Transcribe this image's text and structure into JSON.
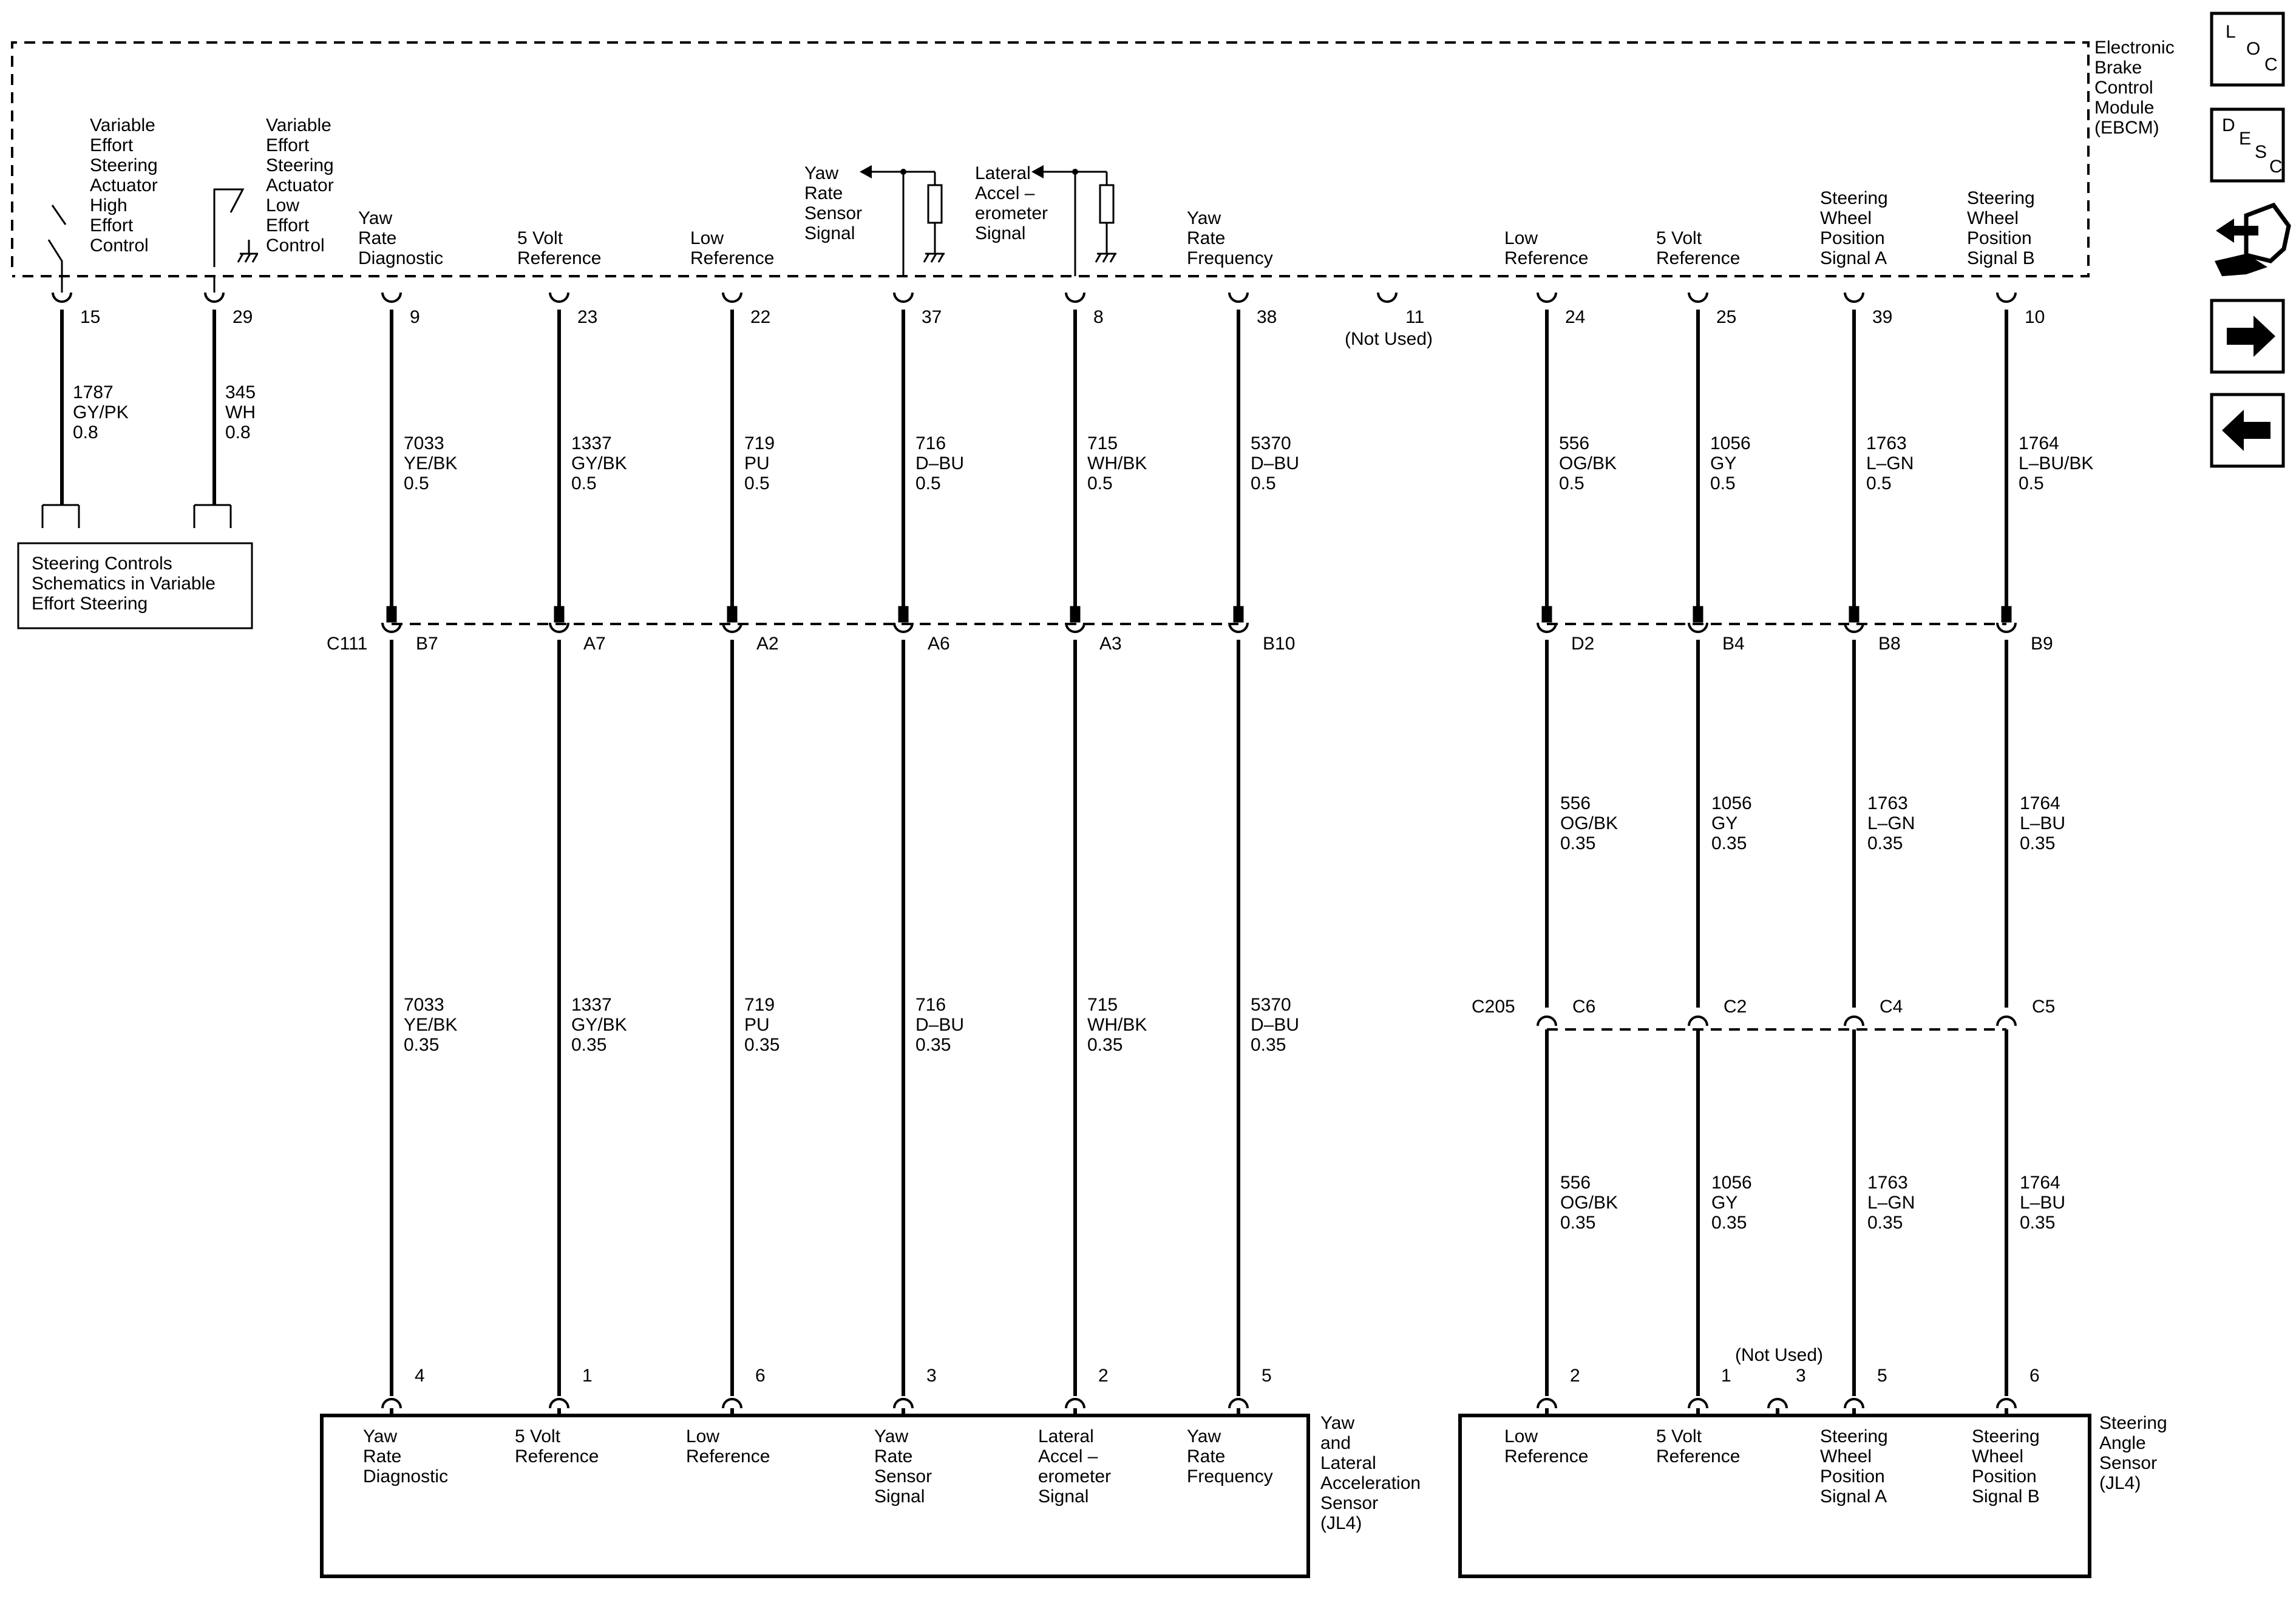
{
  "module": {
    "name_lines": [
      "Electronic",
      "Brake",
      "Control",
      "Module",
      "(EBCM)"
    ]
  },
  "ebcm_pins": [
    {
      "key": "p15",
      "pin": "15",
      "label": [
        "Variable",
        "Effort",
        "Steering",
        "Actuator",
        "High",
        "Effort",
        "Control"
      ],
      "wire": [
        "1787",
        "GY/PK",
        "0.8"
      ]
    },
    {
      "key": "p29",
      "pin": "29",
      "label": [
        "Variable",
        "Effort",
        "Steering",
        "Actuator",
        "Low",
        "Effort",
        "Control"
      ],
      "wire": [
        "345",
        "WH",
        "0.8"
      ]
    },
    {
      "key": "p9",
      "pin": "9",
      "label": [
        "Yaw",
        "Rate",
        "Diagnostic"
      ],
      "wire": [
        "7033",
        "YE/BK",
        "0.5"
      ]
    },
    {
      "key": "p23",
      "pin": "23",
      "label": [
        "5 Volt",
        "Reference"
      ],
      "wire": [
        "1337",
        "GY/BK",
        "0.5"
      ]
    },
    {
      "key": "p22",
      "pin": "22",
      "label": [
        "Low",
        "Reference"
      ],
      "wire": [
        "719",
        "PU",
        "0.5"
      ]
    },
    {
      "key": "p37",
      "pin": "37",
      "label": [
        "Yaw",
        "Rate",
        "Sensor",
        "Signal"
      ],
      "wire": [
        "716",
        "D–BU",
        "0.5"
      ]
    },
    {
      "key": "p8",
      "pin": "8",
      "label": [
        "Lateral",
        "Accel –",
        "erometer",
        "Signal"
      ],
      "wire": [
        "715",
        "WH/BK",
        "0.5"
      ]
    },
    {
      "key": "p38",
      "pin": "38",
      "label": [
        "Yaw",
        "Rate",
        "Frequency"
      ],
      "wire": [
        "5370",
        "D–BU",
        "0.5"
      ]
    },
    {
      "key": "p11",
      "pin": "11",
      "note": "(Not Used)"
    },
    {
      "key": "p24",
      "pin": "24",
      "label": [
        "Low",
        "Reference"
      ],
      "wire": [
        "556",
        "OG/BK",
        "0.5"
      ]
    },
    {
      "key": "p25",
      "pin": "25",
      "label": [
        "5 Volt",
        "Reference"
      ],
      "wire": [
        "1056",
        "GY",
        "0.5"
      ]
    },
    {
      "key": "p39",
      "pin": "39",
      "label": [
        "Steering",
        "Wheel",
        "Position",
        "Signal A"
      ],
      "wire": [
        "1763",
        "L–GN",
        "0.5"
      ]
    },
    {
      "key": "p10",
      "pin": "10",
      "label": [
        "Steering",
        "Wheel",
        "Position",
        "Signal B"
      ],
      "wire": [
        "1764",
        "L–BU/BK",
        "0.5"
      ]
    }
  ],
  "reference_box": [
    "Steering Controls",
    "Schematics in Variable",
    "Effort Steering"
  ],
  "connector_c111": {
    "name": "C111",
    "pins": [
      "B7",
      "A7",
      "A2",
      "A6",
      "A3",
      "B10",
      "D2",
      "B4",
      "B8",
      "B9"
    ]
  },
  "mid_wires": {
    "y1": [
      "7033",
      "YE/BK",
      "0.35"
    ],
    "y2": [
      "1337",
      "GY/BK",
      "0.35"
    ],
    "y3": [
      "719",
      "PU",
      "0.35"
    ],
    "y4": [
      "716",
      "D–BU",
      "0.35"
    ],
    "y5": [
      "715",
      "WH/BK",
      "0.35"
    ],
    "y6": [
      "5370",
      "D–BU",
      "0.35"
    ],
    "s1a": [
      "556",
      "OG/BK",
      "0.35"
    ],
    "s2a": [
      "1056",
      "GY",
      "0.35"
    ],
    "s3a": [
      "1763",
      "L–GN",
      "0.35"
    ],
    "s4a": [
      "1764",
      "L–BU",
      "0.35"
    ],
    "s1b": [
      "556",
      "OG/BK",
      "0.35"
    ],
    "s2b": [
      "1056",
      "GY",
      "0.35"
    ],
    "s3b": [
      "1763",
      "L–GN",
      "0.35"
    ],
    "s4b": [
      "1764",
      "L–BU",
      "0.35"
    ]
  },
  "connector_c205": {
    "name": "C205",
    "pins": [
      "C6",
      "C2",
      "C4",
      "C5"
    ]
  },
  "yaw_sensor": {
    "name_lines": [
      "Yaw",
      "and",
      "Lateral",
      "Acceleration",
      "Sensor",
      "(JL4)"
    ],
    "pins": [
      {
        "pin": "4",
        "label": [
          "Yaw",
          "Rate",
          "Diagnostic"
        ]
      },
      {
        "pin": "1",
        "label": [
          "5 Volt",
          "Reference"
        ]
      },
      {
        "pin": "6",
        "label": [
          "Low",
          "Reference"
        ]
      },
      {
        "pin": "3",
        "label": [
          "Yaw",
          "Rate",
          "Sensor",
          "Signal"
        ]
      },
      {
        "pin": "2",
        "label": [
          "Lateral",
          "Accel –",
          "erometer",
          "Signal"
        ]
      },
      {
        "pin": "5",
        "label": [
          "Yaw",
          "Rate",
          "Frequency"
        ]
      }
    ]
  },
  "angle_sensor": {
    "name_lines": [
      "Steering",
      "Angle",
      "Sensor",
      "(JL4)"
    ],
    "pins": [
      {
        "pin": "2",
        "label": [
          "Low",
          "Reference"
        ]
      },
      {
        "pin": "1",
        "label": [
          "5 Volt",
          "Reference"
        ]
      },
      {
        "pin": "5",
        "label": [
          "Steering",
          "Wheel",
          "Position",
          "Signal A"
        ]
      },
      {
        "pin": "6",
        "label": [
          "Steering",
          "Wheel",
          "Position",
          "Signal B"
        ]
      }
    ],
    "unused_pin": "3",
    "unused_note": "(Not Used)"
  },
  "nav": {
    "loc": [
      "L",
      "O",
      "C"
    ],
    "desc": [
      "D",
      "E",
      "S",
      "C"
    ],
    "icons": [
      "connector-tool-icon",
      "arrow-right-icon",
      "arrow-left-icon"
    ]
  }
}
